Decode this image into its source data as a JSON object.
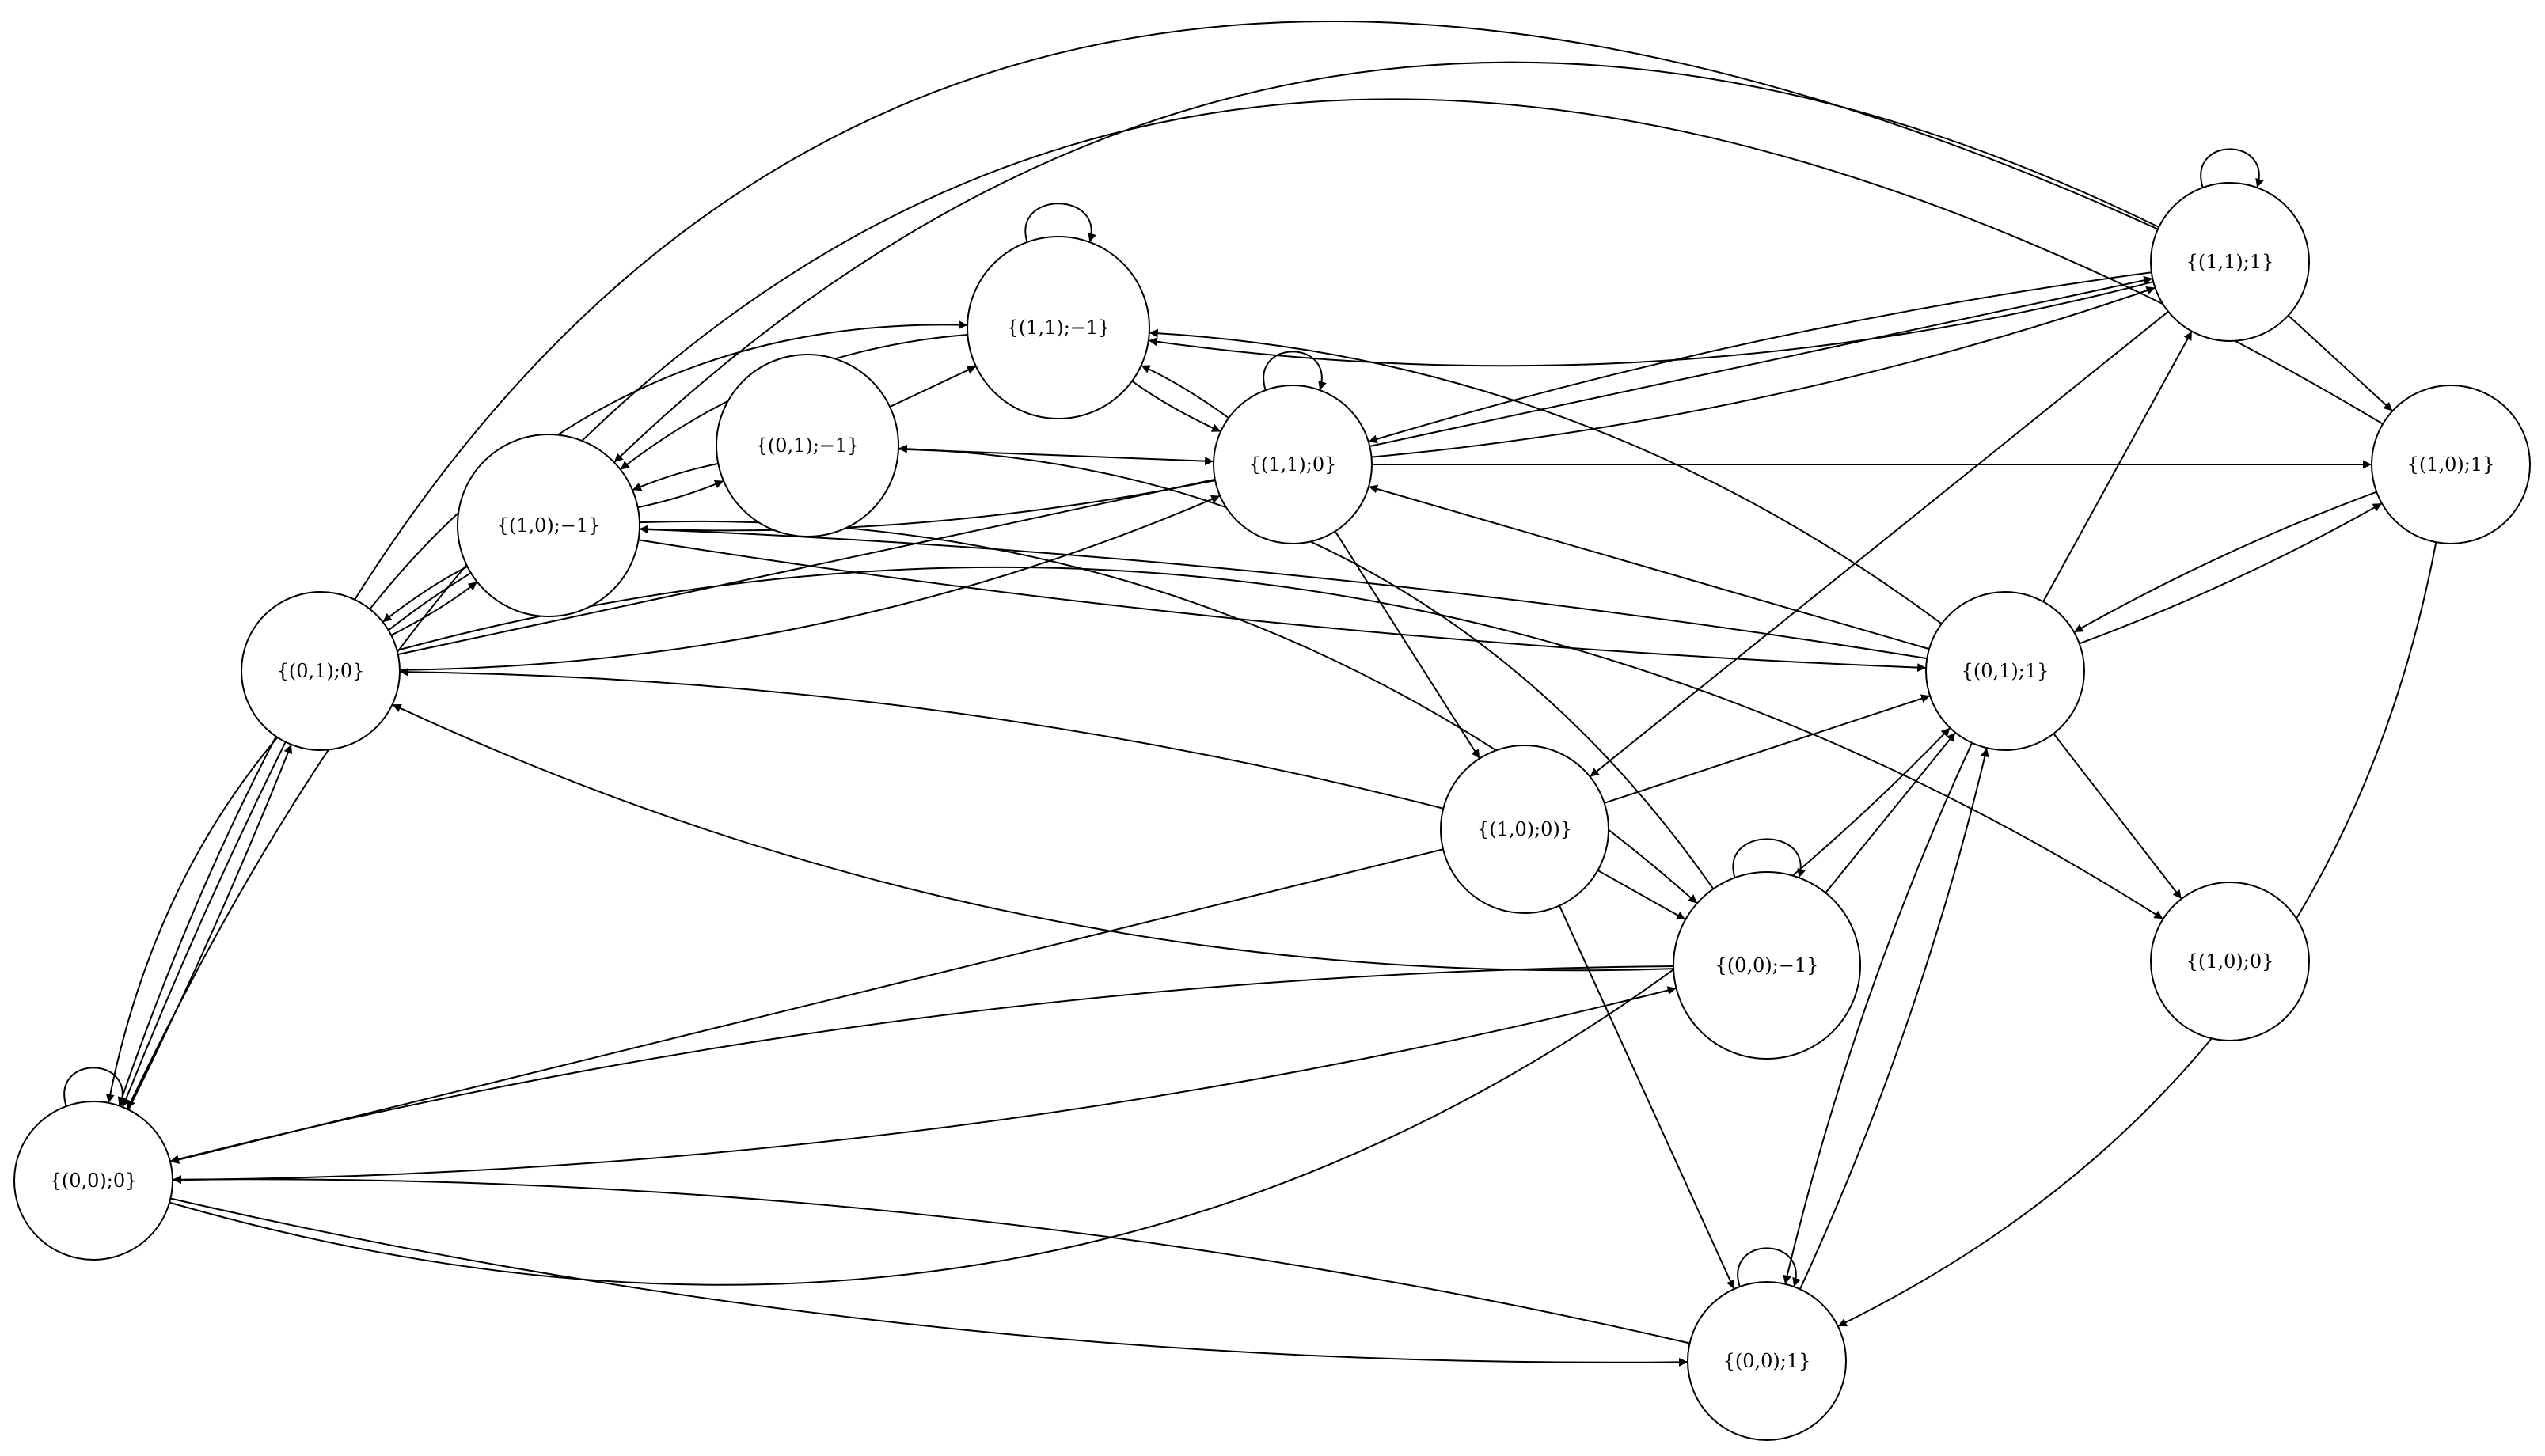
{
  "diagram": {
    "type": "state-transition-graph",
    "nodes": [
      {
        "id": "n000",
        "label": "{(0,0);0}"
      },
      {
        "id": "n010",
        "label": "{(0,1);0}"
      },
      {
        "id": "n10m1",
        "label": "{(1,0);−1}"
      },
      {
        "id": "n01m1",
        "label": "{(0,1);−1}"
      },
      {
        "id": "n11m1",
        "label": "{(1,1);−1}"
      },
      {
        "id": "n110",
        "label": "{(1,1);0}"
      },
      {
        "id": "n100p",
        "label": "{(1,0);0)}"
      },
      {
        "id": "n00m1",
        "label": "{(0,0);−1}"
      },
      {
        "id": "n001",
        "label": "{(0,0);1}"
      },
      {
        "id": "n011",
        "label": "{(0,1);1}"
      },
      {
        "id": "n111",
        "label": "{(1,1);1}"
      },
      {
        "id": "n101",
        "label": "{(1,0);1}"
      },
      {
        "id": "n100",
        "label": "{(1,0);0}"
      }
    ],
    "edges": [
      {
        "from": "n000",
        "to": "n000"
      },
      {
        "from": "n11m1",
        "to": "n11m1"
      },
      {
        "from": "n110",
        "to": "n110"
      },
      {
        "from": "n111",
        "to": "n111"
      },
      {
        "from": "n00m1",
        "to": "n00m1"
      },
      {
        "from": "n001",
        "to": "n001"
      },
      {
        "from": "n000",
        "to": "n010"
      },
      {
        "from": "n010",
        "to": "n000"
      },
      {
        "from": "n010",
        "to": "n10m1"
      },
      {
        "from": "n10m1",
        "to": "n010"
      },
      {
        "from": "n01m1",
        "to": "n10m1"
      },
      {
        "from": "n10m1",
        "to": "n01m1"
      },
      {
        "from": "n01m1",
        "to": "n11m1"
      },
      {
        "from": "n01m1",
        "to": "n110"
      },
      {
        "from": "n11m1",
        "to": "n110"
      },
      {
        "from": "n110",
        "to": "n11m1"
      },
      {
        "from": "n11m1",
        "to": "n10m1"
      },
      {
        "from": "n010",
        "to": "n11m1"
      },
      {
        "from": "n010",
        "to": "n110"
      },
      {
        "from": "n110",
        "to": "n10m1"
      },
      {
        "from": "n110",
        "to": "n101"
      },
      {
        "from": "n110",
        "to": "n111"
      },
      {
        "from": "n111",
        "to": "n110"
      },
      {
        "from": "n111",
        "to": "n11m1"
      },
      {
        "from": "n111",
        "to": "n101"
      },
      {
        "from": "n111",
        "to": "n100p"
      },
      {
        "from": "n111",
        "to": "n10m1"
      },
      {
        "from": "n010",
        "to": "n111"
      },
      {
        "from": "n110",
        "to": "n100p"
      },
      {
        "from": "n011",
        "to": "n110"
      },
      {
        "from": "n011",
        "to": "n111"
      },
      {
        "from": "n011",
        "to": "n101"
      },
      {
        "from": "n101",
        "to": "n011"
      },
      {
        "from": "n011",
        "to": "n100"
      },
      {
        "from": "n011",
        "to": "n10m1"
      },
      {
        "from": "n10m1",
        "to": "n011"
      },
      {
        "from": "n011",
        "to": "n11m1"
      },
      {
        "from": "n011",
        "to": "n001"
      },
      {
        "from": "n001",
        "to": "n011"
      },
      {
        "from": "n100p",
        "to": "n011"
      },
      {
        "from": "n100p",
        "to": "n00m1"
      },
      {
        "from": "n100p",
        "to": "n001"
      },
      {
        "from": "n100p",
        "to": "n000"
      },
      {
        "from": "n100p",
        "to": "n010"
      },
      {
        "from": "n00m1",
        "to": "n011"
      },
      {
        "from": "n00m1",
        "to": "n01m1"
      },
      {
        "from": "n00m1",
        "to": "n000"
      },
      {
        "from": "n000",
        "to": "n00m1"
      },
      {
        "from": "n10m1",
        "to": "n00m1"
      },
      {
        "from": "n00m1",
        "to": "n010"
      },
      {
        "from": "n000",
        "to": "n011"
      },
      {
        "from": "n000",
        "to": "n001"
      },
      {
        "from": "n001",
        "to": "n000"
      },
      {
        "from": "n10m1",
        "to": "n000"
      },
      {
        "from": "n101",
        "to": "n000"
      },
      {
        "from": "n111",
        "to": "n000"
      },
      {
        "from": "n101",
        "to": "n001"
      },
      {
        "from": "n010",
        "to": "n100"
      }
    ]
  }
}
